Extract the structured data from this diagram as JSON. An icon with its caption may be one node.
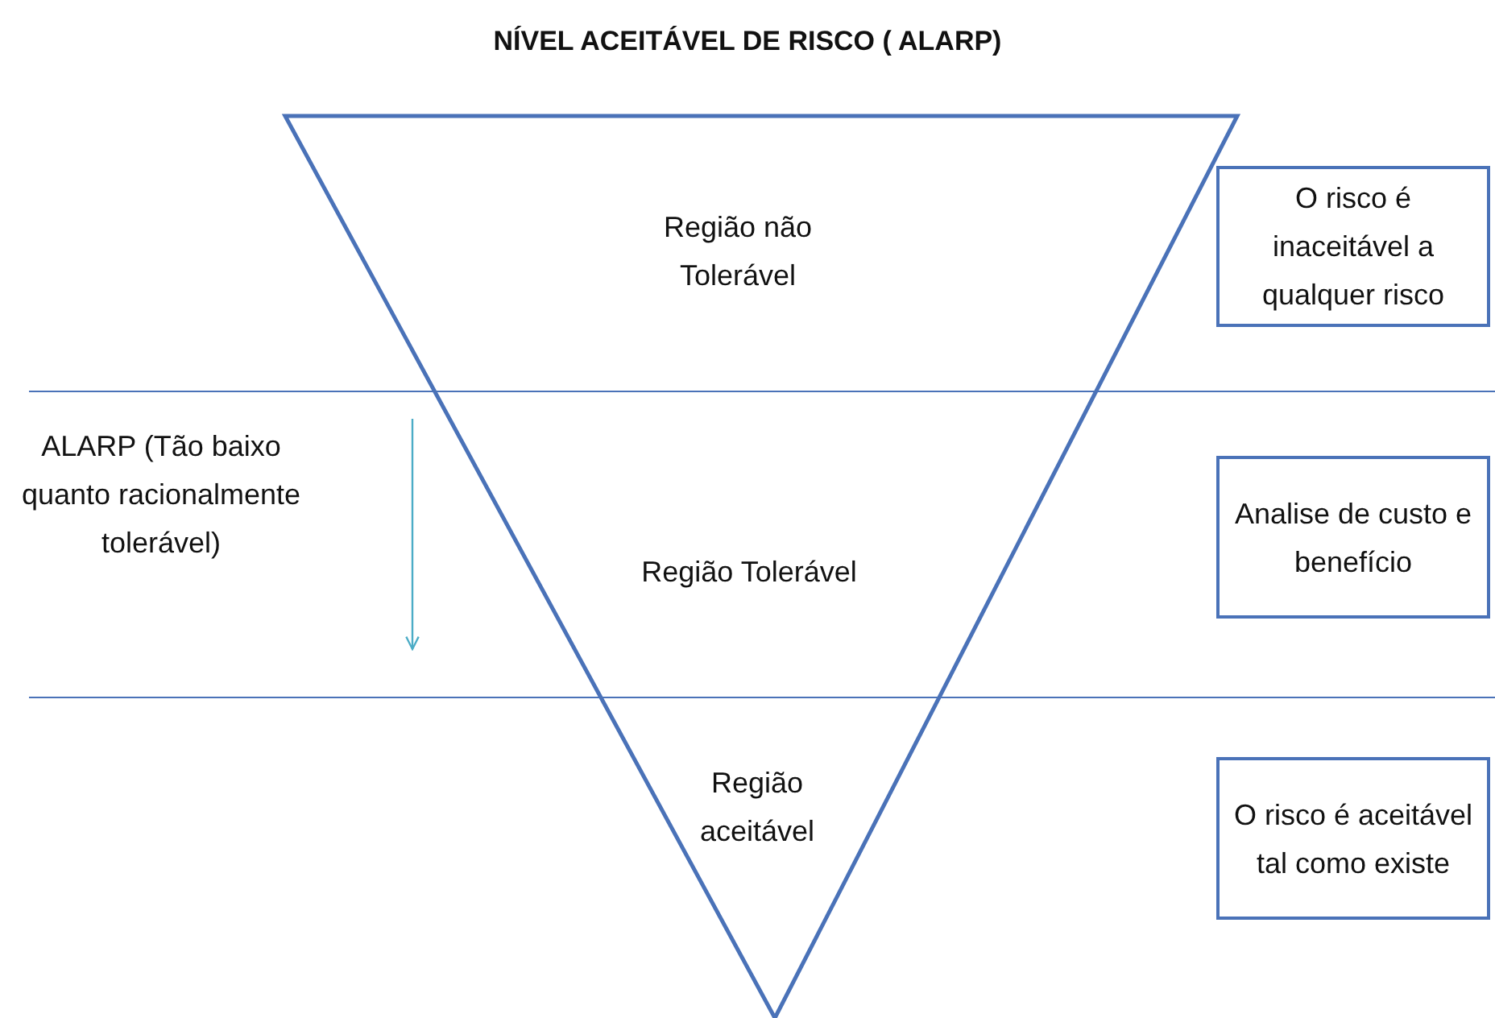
{
  "diagram": {
    "title": "NÍVEL ACEITÁVEL DE RISCO ( ALARP)",
    "nodes": [
      {
        "text": [
          "O risco é inaceitável a qualquer risco"
        ]
      },
      {
        "text": [
          "Analise de custo e benefício"
        ]
      },
      {
        "text": [
          "O risco é aceitável tal como existe"
        ]
      }
    ],
    "labels": [
      "Região não Tolerável",
      "ALARP (Tão baixo quanto racionalmente tolerável)",
      "Região Tolerável",
      "Região aceitável"
    ]
  }
}
